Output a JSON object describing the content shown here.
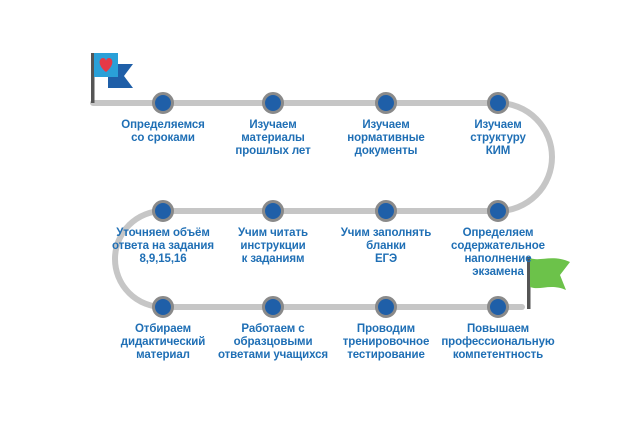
{
  "colors": {
    "path": "#c6c6c6",
    "node_fill": "#1f5fa8",
    "node_ring": "#8a8a8a",
    "text": "#1f6fb5",
    "start_flag_blue": "#2aa0d8",
    "start_flag_dark": "#1f5fa8",
    "heart": "#e63946",
    "finish_flag": "#6cc24a"
  },
  "icons": [
    "start-flag-heart-icon",
    "finish-flag-icon"
  ],
  "steps": [
    {
      "label": "Определяемся\nсо сроками"
    },
    {
      "label": "Изучаем\nматериалы\nпрошлых лет"
    },
    {
      "label": "Изучаем\nнормативные\nдокументы"
    },
    {
      "label": "Изучаем\nструктуру\nКИМ"
    },
    {
      "label": "Уточняем объём\nответа на задания\n8,9,15,16"
    },
    {
      "label": "Учим читать\nинструкции\nк заданиям"
    },
    {
      "label": "Учим заполнять\nбланки\nЕГЭ"
    },
    {
      "label": "Определяем\nсодержательное\nнаполнение\nэкзамена"
    },
    {
      "label": "Отбираем\nдидактический\nматериал"
    },
    {
      "label": "Работаем с\nобразцовыми\nответами учащихся"
    },
    {
      "label": "Проводим\nтренировочное\nтестирование"
    },
    {
      "label": "Повышаем\nпрофессиональную\nкомпетентность"
    }
  ]
}
